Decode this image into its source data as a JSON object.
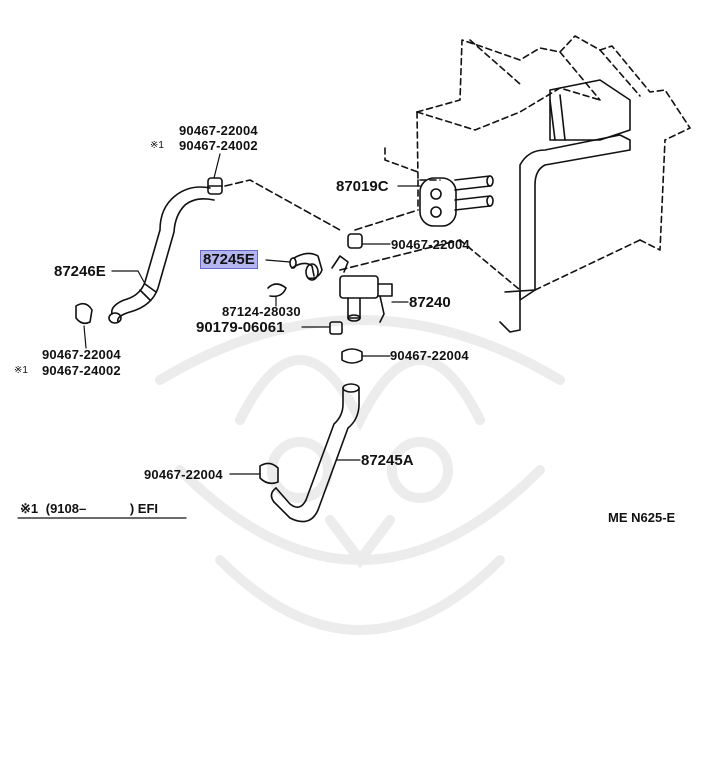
{
  "diagram": {
    "callouts": {
      "clamp_top_a": "90467-22004",
      "clamp_top_b": "90467-24002",
      "hose_left": "87246E",
      "hose_highlight": "87245E",
      "clip": "87124-28030",
      "bolt": "90179-06061",
      "grommet": "87019C",
      "clamp_right_1": "90467-22004",
      "valve": "87240",
      "clamp_right_2": "90467-22004",
      "clamp_bottom_left_a": "90467-22004",
      "clamp_bottom_left_b": "90467-24002",
      "clamp_bottom": "90467-22004",
      "hose_bottom": "87245A"
    },
    "star_mark": "※1",
    "footnote": {
      "mark": "※1",
      "range_start": "(9108–",
      "range_end": ") EFI"
    },
    "diagram_code": "ME N625-E",
    "highlight_color": "#b4b4ef"
  }
}
